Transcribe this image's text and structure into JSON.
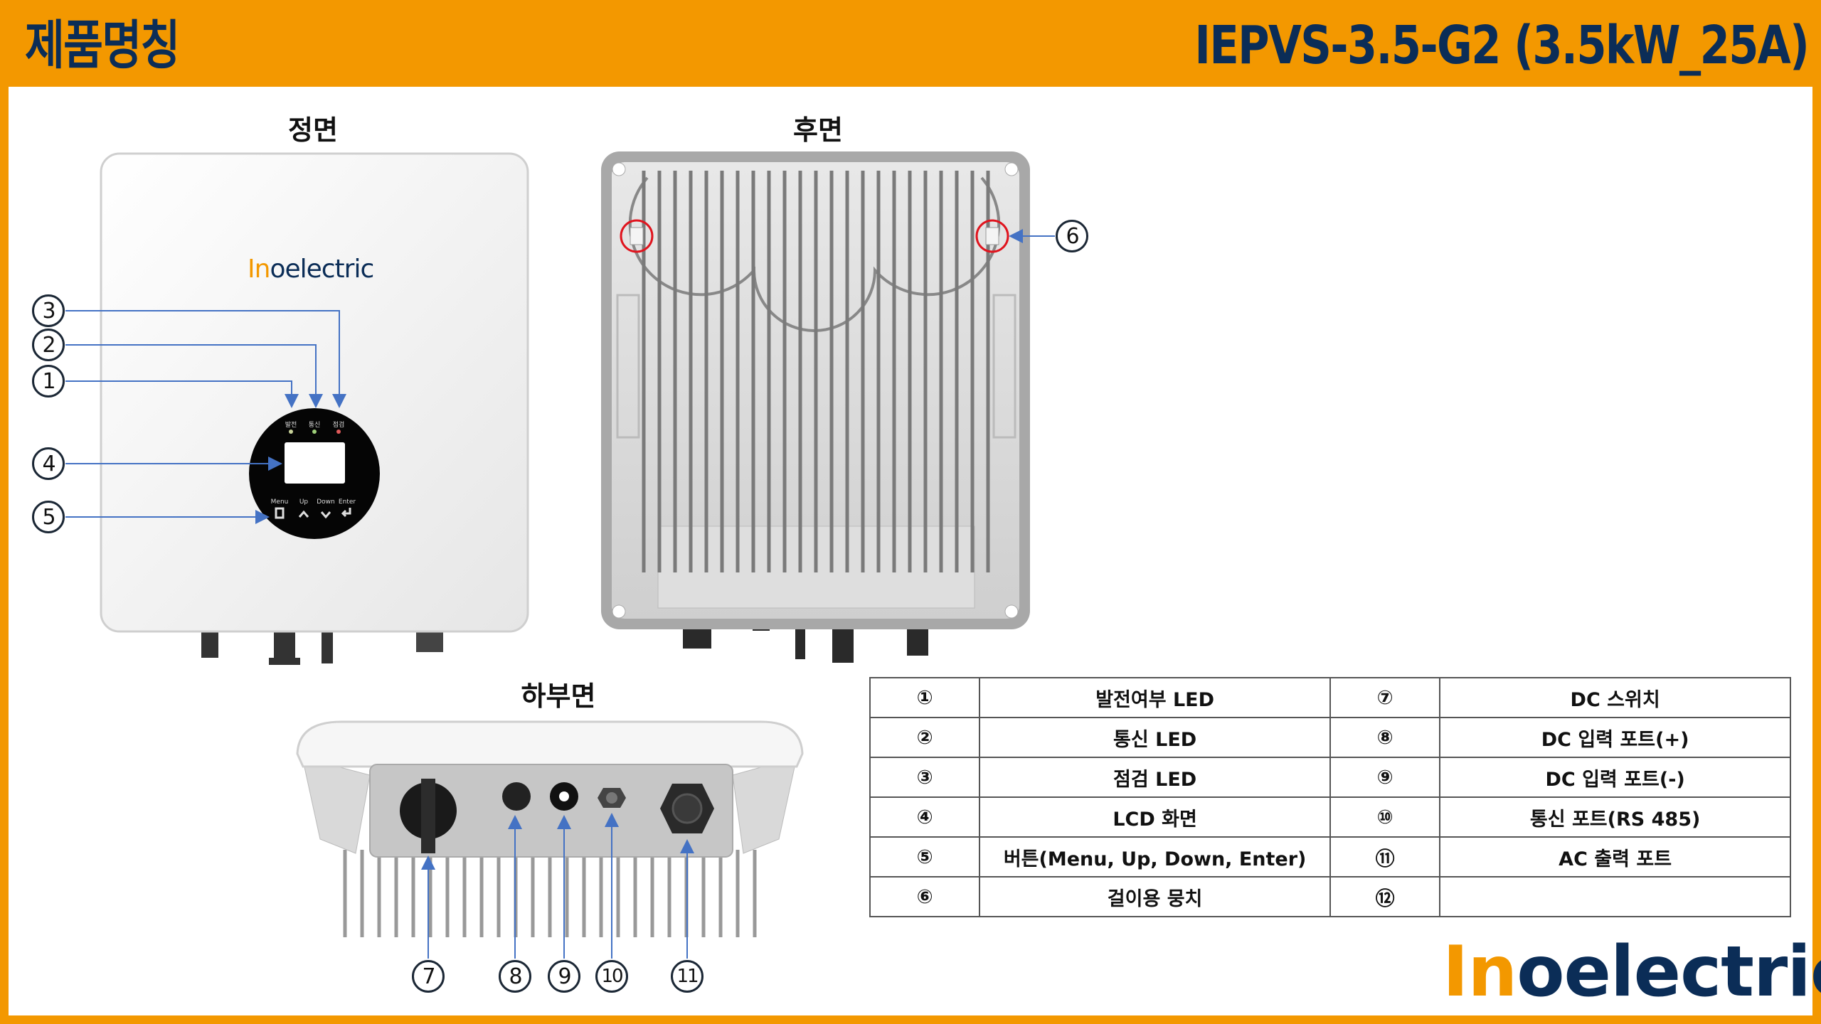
{
  "header": {
    "title_left": "제품명칭",
    "title_right": "IEPVS-3.5-G2 (3.5kW_25A)"
  },
  "views": {
    "front": "정면",
    "rear": "후면",
    "bottom": "하부면"
  },
  "brand": {
    "part1": "In",
    "part2": "oelectric"
  },
  "panel": {
    "led_labels": [
      "발전",
      "통신",
      "점검"
    ],
    "button_labels": [
      "Menu",
      "Up",
      "Down",
      "Enter"
    ]
  },
  "callouts": [
    "1",
    "2",
    "3",
    "4",
    "5",
    "6",
    "7",
    "8",
    "9",
    "10",
    "11"
  ],
  "table": {
    "rows": [
      {
        "num_left": "①",
        "label_left": "발전여부 LED",
        "num_right": "⑦",
        "label_right": "DC 스위치"
      },
      {
        "num_left": "②",
        "label_left": "통신 LED",
        "num_right": "⑧",
        "label_right": "DC 입력 포트(+)"
      },
      {
        "num_left": "③",
        "label_left": "점검 LED",
        "num_right": "⑨",
        "label_right": "DC 입력 포트(-)"
      },
      {
        "num_left": "④",
        "label_left": "LCD 화면",
        "num_right": "⑩",
        "label_right": "통신 포트(RS 485)"
      },
      {
        "num_left": "⑤",
        "label_left": "버튼(Menu, Up, Down, Enter)",
        "num_right": "⑪",
        "label_right": "AC 출력 포트"
      },
      {
        "num_left": "⑥",
        "label_left": "걸이용 뭉치",
        "num_right": "⑫",
        "label_right": ""
      }
    ]
  },
  "colors": {
    "brand_orange": "#f39800",
    "brand_navy": "#0b2d57",
    "callout_line": "#4472c4",
    "highlight_red": "#e0141e"
  }
}
